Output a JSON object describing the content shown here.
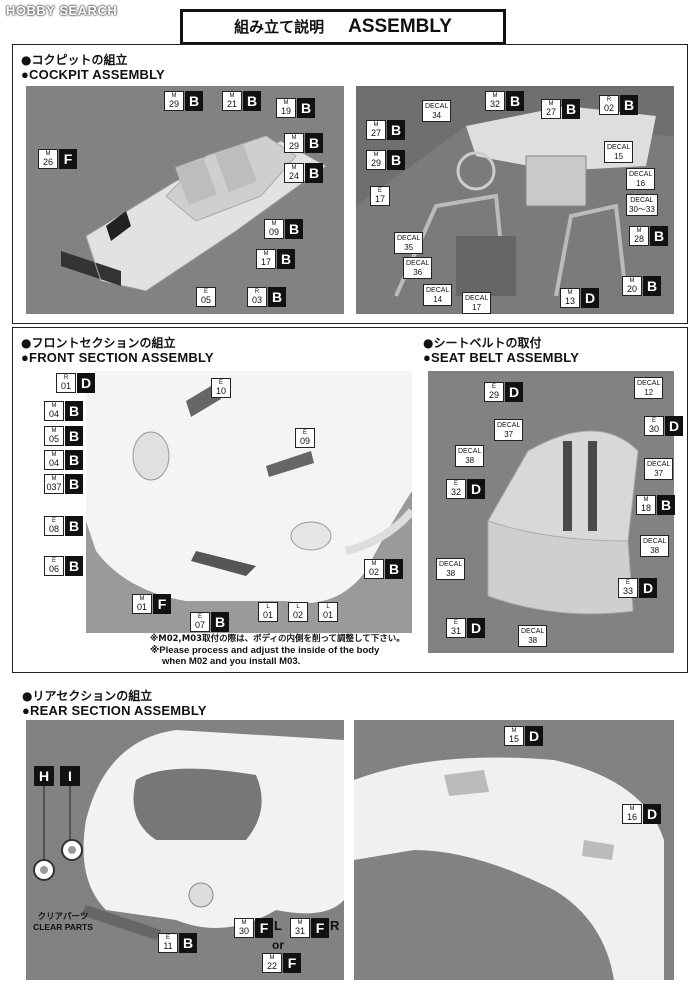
{
  "watermark": "HOBBY SEARCH",
  "title_jp": "組み立て説明",
  "title_en": "ASSEMBLY",
  "cockpit": {
    "heading_jp": "●コクピットの組立",
    "heading_en": "●COCKPIT ASSEMBLY",
    "labels": [
      {
        "p": "M",
        "n": "29",
        "l": "B"
      },
      {
        "p": "M",
        "n": "21",
        "l": "B"
      },
      {
        "p": "M",
        "n": "19",
        "l": "B"
      },
      {
        "p": "M",
        "n": "29",
        "l": "B"
      },
      {
        "p": "M",
        "n": "26",
        "l": "F"
      },
      {
        "p": "M",
        "n": "24",
        "l": "B"
      },
      {
        "p": "M",
        "n": "09",
        "l": "B"
      },
      {
        "p": "M",
        "n": "17",
        "l": "B"
      },
      {
        "p": "R",
        "n": "03",
        "l": "B"
      },
      {
        "p": "E",
        "n": "05",
        "l": ""
      }
    ],
    "right_labels": [
      {
        "p": "M",
        "n": "32",
        "l": "B"
      },
      {
        "p": "M",
        "n": "27",
        "l": "B"
      },
      {
        "p": "R",
        "n": "02",
        "l": "B"
      },
      {
        "p": "M",
        "n": "27",
        "l": "B"
      },
      {
        "p": "M",
        "n": "29",
        "l": "B"
      },
      {
        "p": "E",
        "n": "17",
        "l": ""
      },
      {
        "p": "M",
        "n": "28",
        "l": "B"
      },
      {
        "p": "M",
        "n": "20",
        "l": "B"
      },
      {
        "p": "M",
        "n": "13",
        "l": "D"
      }
    ],
    "decals": [
      {
        "t": "DECAL",
        "n": "34"
      },
      {
        "t": "DECAL",
        "n": "15"
      },
      {
        "t": "DECAL",
        "n": "16"
      },
      {
        "t": "DECAL",
        "n": "30～33"
      },
      {
        "t": "DECAL",
        "n": "35"
      },
      {
        "t": "DECAL",
        "n": "36"
      },
      {
        "t": "DECAL",
        "n": "14"
      },
      {
        "t": "DECAL",
        "n": "17"
      }
    ]
  },
  "front": {
    "heading_jp": "●フロントセクションの組立",
    "heading_en": "●FRONT SECTION ASSEMBLY",
    "labels": [
      {
        "p": "R",
        "n": "01",
        "l": "D"
      },
      {
        "p": "E",
        "n": "10",
        "l": ""
      },
      {
        "p": "M",
        "n": "04",
        "l": "B"
      },
      {
        "p": "M",
        "n": "05",
        "l": "B"
      },
      {
        "p": "M",
        "n": "04",
        "l": "B"
      },
      {
        "p": "M",
        "n": "037",
        "l": "B"
      },
      {
        "p": "E",
        "n": "09",
        "l": ""
      },
      {
        "p": "E",
        "n": "08",
        "l": "B"
      },
      {
        "p": "E",
        "n": "06",
        "l": "B"
      },
      {
        "p": "M",
        "n": "02",
        "l": "B"
      },
      {
        "p": "M",
        "n": "01",
        "l": "F"
      },
      {
        "p": "E",
        "n": "07",
        "l": "B"
      },
      {
        "p": "L",
        "n": "01",
        "l": ""
      },
      {
        "p": "L",
        "n": "02",
        "l": ""
      },
      {
        "p": "L",
        "n": "01",
        "l": ""
      }
    ],
    "note_jp": "※M02,M03取付の際は、ボディの内側を削って調整して下さい。",
    "note_en1": "※Please process and adjust the inside of the body",
    "note_en2": "when M02 and you install M03."
  },
  "seatbelt": {
    "heading_jp": "●シートベルトの取付",
    "heading_en": "●SEAT BELT ASSEMBLY",
    "labels": [
      {
        "p": "E",
        "n": "29",
        "l": "D"
      },
      {
        "p": "E",
        "n": "30",
        "l": "D"
      },
      {
        "p": "E",
        "n": "32",
        "l": "D"
      },
      {
        "p": "M",
        "n": "18",
        "l": "B"
      },
      {
        "p": "E",
        "n": "33",
        "l": "D"
      },
      {
        "p": "E",
        "n": "31",
        "l": "D"
      }
    ],
    "decals": [
      {
        "t": "DECAL",
        "n": "12"
      },
      {
        "t": "DECAL",
        "n": "37"
      },
      {
        "t": "DECAL",
        "n": "37"
      },
      {
        "t": "DECAL",
        "n": "38"
      },
      {
        "t": "DECAL",
        "n": "38"
      },
      {
        "t": "DECAL",
        "n": "38"
      },
      {
        "t": "DECAL",
        "n": "38"
      }
    ]
  },
  "rear": {
    "heading_jp": "●リアセクションの組立",
    "heading_en": "●REAR SECTION ASSEMBLY",
    "parts_h": "H",
    "parts_i": "I",
    "clear_jp": "クリアパーツ",
    "clear_en": "CLEAR PARTS",
    "labels": [
      {
        "p": "E",
        "n": "11",
        "l": "B"
      },
      {
        "p": "M",
        "n": "30",
        "l": "F"
      },
      {
        "p": "M",
        "n": "31",
        "l": "F"
      },
      {
        "p": "M",
        "n": "22",
        "l": "F"
      },
      {
        "p": "M",
        "n": "15",
        "l": "D"
      },
      {
        "p": "M",
        "n": "16",
        "l": "D"
      }
    ],
    "L": "L",
    "R": "R",
    "or": "or"
  },
  "colors": {
    "label_fill": "#111111",
    "photo_gray": "#828282"
  }
}
